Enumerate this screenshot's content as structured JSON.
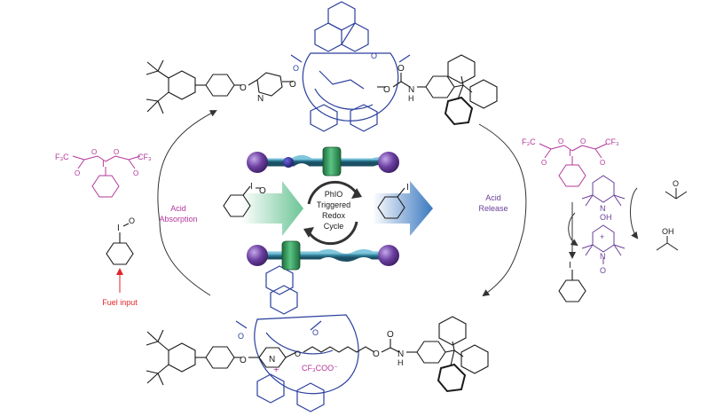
{
  "colors": {
    "mol_black": "#1a1a1a",
    "macrocycle_blue": "#2a3f9e",
    "reagent_magenta": "#b5379a",
    "product_purple": "#6a3f99",
    "fuel_red": "#e0262a",
    "axle_teal": "#2f7f9a",
    "ring_green": "#2e9a57",
    "stopper_purple": "#6b3fa0",
    "arrow_green": "#7fcfa4",
    "arrow_blue": "#3f7fc4"
  },
  "labels": {
    "cf3_top_left": "F₃C",
    "cf3_top_right": "CF₃",
    "cf3_right_left": "F₃C",
    "cf3_right_right": "CF₃",
    "acid_absorption": [
      "Acid",
      "Absorption"
    ],
    "acid_release": [
      "Acid",
      "Release"
    ],
    "fuel_input": "Fuel input",
    "cycle_text": [
      "PhIO",
      "Triggered",
      "Redox",
      "Cycle"
    ],
    "iodo_O": "O",
    "iodine": "I",
    "N_top": "N",
    "O_top_amide": "O",
    "NH_top": "N",
    "H_top": "H",
    "OH": "OH",
    "N_tempo": "N",
    "OH_tempo": "OH",
    "plus": "+",
    "O_minus": "O",
    "acetone_O": "O",
    "iPrOH": "OH",
    "NH_bottom": "N",
    "plus_bottom": "+",
    "cf3coo": "CF₃COO⁻",
    "O_bottom": "O",
    "NH_bottom_amide": "N",
    "H_bottom": "H"
  },
  "icons": {
    "cycle_arrows": "circular-arrows-icon",
    "green_arrow": "right-arrow-icon",
    "blue_arrow": "right-arrow-icon"
  }
}
